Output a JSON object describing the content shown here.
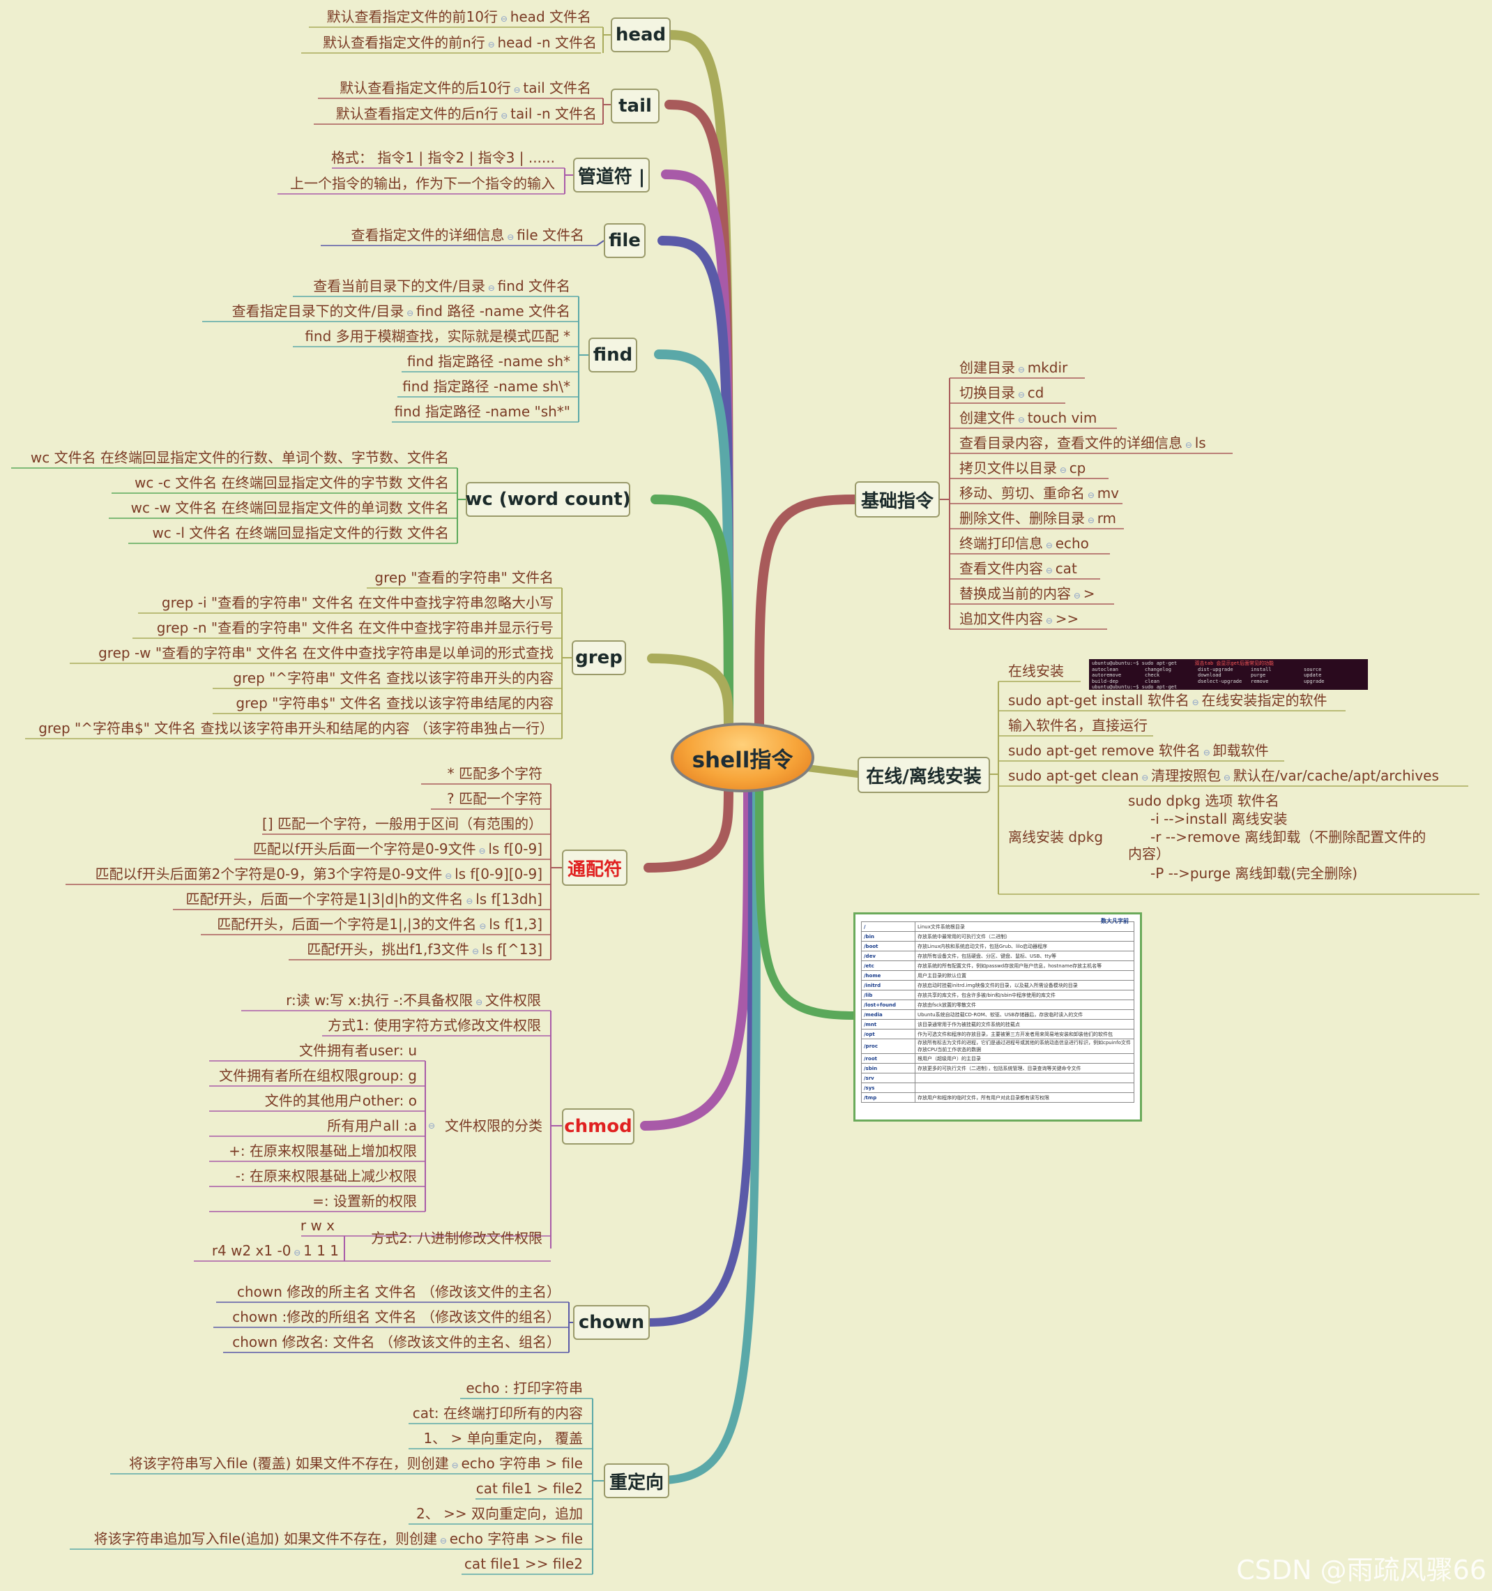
{
  "root": {
    "label": "shell指令"
  },
  "branches": {
    "head": {
      "label": "head",
      "items": [
        {
          "a": "默认查看指定文件的前10行",
          "b": "head 文件名"
        },
        {
          "a": "默认查看指定文件的前n行",
          "b": "head -n 文件名"
        }
      ]
    },
    "tail": {
      "label": "tail",
      "items": [
        {
          "a": "默认查看指定文件的后10行",
          "b": "tail 文件名"
        },
        {
          "a": "默认查看指定文件的后n行",
          "b": "tail -n 文件名"
        }
      ]
    },
    "pipe": {
      "label": "管道符 |",
      "items": [
        "格式： 指令1 | 指令2 | 指令3 | ......",
        "上一个指令的输出，作为下一个指令的输入"
      ]
    },
    "file": {
      "label": "file",
      "items": [
        {
          "a": "查看指定文件的详细信息",
          "b": "file  文件名"
        }
      ]
    },
    "find": {
      "label": "find",
      "items": [
        {
          "a": "查看当前目录下的文件/目录",
          "b": "find 文件名"
        },
        {
          "a": "查看指定目录下的文件/目录",
          "b": "find  路径  -name 文件名"
        },
        "find 多用于模糊查找，实际就是模式匹配 *",
        "find 指定路径 -name sh*",
        "find 指定路径 -name sh\\*",
        "find 指定路径 -name \"sh*\""
      ]
    },
    "wc": {
      "label": "wc (word count)",
      "items": [
        "wc 文件名  在终端回显指定文件的行数、单词个数、字节数、文件名",
        "wc  -c  文件名  在终端回显指定文件的字节数 文件名",
        "wc  -w  文件名  在终端回显指定文件的单词数 文件名",
        "wc  -l  文件名  在终端回显指定文件的行数 文件名"
      ]
    },
    "grep": {
      "label": "grep",
      "items": [
        "grep \"查看的字符串\" 文件名",
        "grep -i \"查看的字符串\" 文件名   在文件中查找字符串忽略大小写",
        "grep -n \"查看的字符串\" 文件名   在文件中查找字符串并显示行号",
        "grep -w \"查看的字符串\" 文件名   在文件中查找字符串是以单词的形式查找",
        "grep \"^字符串\" 文件名   查找以该字符串开头的内容",
        "grep \"字符串$\" 文件名   查找以该字符串结尾的内容",
        "grep \"^字符串$\" 文件名   查找以该字符串开头和结尾的内容  （该字符串独占一行）"
      ]
    },
    "wildcard": {
      "label": "通配符",
      "items": [
        "*    匹配多个字符",
        "?   匹配一个字符",
        "[] 匹配一个字符，一般用于区间（有范围的）",
        {
          "a": "匹配以f开头后面一个字符是0-9文件",
          "b": "ls f[0-9]"
        },
        {
          "a": "匹配以f开头后面第2个字符是0-9，第3个字符是0-9文件",
          "b": "ls f[0-9][0-9]"
        },
        {
          "a": "匹配f开头，后面一个字符是1|3|d|h的文件名",
          "b": "ls f[13dh]"
        },
        {
          "a": "匹配f开头，后面一个字符是1|,|3的文件名",
          "b": "ls f[1,3]"
        },
        {
          "a": "匹配f开头，挑出f1,f3文件",
          "b": "ls f[^13]"
        }
      ]
    },
    "chmod": {
      "label": "chmod",
      "perm": {
        "a": "r:读    w:写    x:执行     -:不具备权限",
        "b": "文件权限"
      },
      "way1": "方式1: 使用字符方式修改文件权限",
      "classify_label": "文件权限的分类",
      "classify": [
        "文件拥有者user:  u",
        "文件拥有者所在组权限group:  g",
        "文件的其他用户other: o",
        "所有用户all :a",
        "+:  在原来权限基础上增加权限",
        "-:  在原来权限基础上减少权限",
        "=:  设置新的权限"
      ],
      "way2_label": "方式2:  八进制修改文件权限",
      "way2": [
        "r w x",
        {
          "a": "r4 w2 x1  -0",
          "b": "1 1 1"
        }
      ]
    },
    "chown": {
      "label": "chown",
      "items": [
        "chown  修改的所主名  文件名   （修改该文件的主名）",
        "chown  :修改的所组名  文件名   （修改该文件的组名）",
        "chown 修改名: 文件名   （修改该文件的主名、组名）"
      ]
    },
    "redirect": {
      "label": "重定向",
      "items": [
        "echo : 打印字符串",
        "cat: 在终端打印所有的内容",
        "1、  >  单向重定向，  覆盖",
        {
          "a": "将该字符串写入file (覆盖) 如果文件不存在，则创建",
          "b": "echo 字符串  > file"
        },
        "cat file1  > file2",
        "2、  >> 双向重定向，追加",
        {
          "a": "将该字符串追加写入file(追加) 如果文件不存在，则创建",
          "b": "echo 字符串   >> file"
        },
        "cat file1 >> file2"
      ]
    },
    "basic": {
      "label": "基础指令",
      "items": [
        {
          "a": "创建目录",
          "b": "mkdir"
        },
        {
          "a": "切换目录",
          "b": "cd"
        },
        {
          "a": "创建文件",
          "b": "touch    vim"
        },
        {
          "a": "查看目录内容，查看文件的详细信息",
          "b": "ls"
        },
        {
          "a": "拷贝文件以目录",
          "b": "cp"
        },
        {
          "a": "移动、剪切、重命名",
          "b": "mv"
        },
        {
          "a": "删除文件、删除目录",
          "b": "rm"
        },
        {
          "a": "终端打印信息",
          "b": "echo"
        },
        {
          "a": "查看文件内容",
          "b": "cat"
        },
        {
          "a": "替换成当前的内容",
          "b": ">"
        },
        {
          "a": "追加文件内容",
          "b": ">>"
        }
      ]
    },
    "install": {
      "label": "在线/离线安装",
      "items": [
        {
          "a": "在线安装",
          "b": ""
        },
        {
          "a": "sudo apt-get install 软件名",
          "b": "在线安装指定的软件"
        },
        {
          "a": "输入软件名，直接运行",
          "b": ""
        },
        {
          "a": "sudo apt-get remove 软件名",
          "b": "卸载软件"
        },
        {
          "a": "sudo apt-get clean",
          "b": "清理按照包",
          "c": "默认在/var/cache/apt/archives"
        }
      ],
      "offline": {
        "a": "离线安装 dpkg",
        "lines": [
          "sudo dpkg  选项    软件名",
          "-i    -->install  离线安装",
          "-r    -->remove   离线卸载（不删除配置文件的",
          "内容）",
          "-P    -->purge    离线卸载(完全删除)"
        ]
      }
    }
  },
  "terminal": {
    "prompt": "ubuntu@ubuntu:~$ sudo apt-get",
    "hint": "双击tab  会显示get后面常见的功能",
    "rows": [
      [
        "autoclean",
        "changelog",
        "dist-upgrade",
        "install",
        "source"
      ],
      [
        "autoremove",
        "check",
        "download",
        "purge",
        "update"
      ],
      [
        "build-dep",
        "clean",
        "dselect-upgrade",
        "remove",
        "upgrade"
      ]
    ],
    "prompt2": "ubuntu@ubuntu:~$ sudo apt-get"
  },
  "dirtable": {
    "logo": "数大凡字前",
    "rows": [
      [
        "/",
        "Linux文件系统根目录"
      ],
      [
        "/bin",
        "存放系统中最常用的可执行文件（二进制）"
      ],
      [
        "/boot",
        "存放Linux内核和系统启动文件，包括Grub、lilo启动器程序"
      ],
      [
        "/dev",
        "存放所有设备文件，包括硬盘、分区、键盘、鼠标、USB、tty等"
      ],
      [
        "/etc",
        "存放系统的所有配置文件，例如passwd存放用户账户信息，hostname存放主机名等"
      ],
      [
        "/home",
        "用户主目录的默认位置"
      ],
      [
        "/initrd",
        "存放启动时挂载initrd.img映像文件的目录，以及载入所需设备模块的目录"
      ],
      [
        "/lib",
        "存放共享的库文件，包含许多被/bin和/sbin中程序使用的库文件"
      ],
      [
        "/lost+found",
        "存放由fsck放置的零散文件"
      ],
      [
        "/media",
        "Ubuntu系统自动挂载CD-ROM、软驱、USB存储器后，存放临时读入的文件"
      ],
      [
        "/mnt",
        "该目录通常用于作为被挂载的文件系统的挂载点"
      ],
      [
        "/opt",
        "作为可选文件和程序的存放目录，主要被第三方开发者用来简易地安装和卸装他们的软件包"
      ],
      [
        "/proc",
        "存放所有标志为文件的进程，它们是通过进程号或其他的系统动态信息进行标识，例如cpuinfo文件存放CPU当前工作状态的数据"
      ],
      [
        "/root",
        "根用户（超级用户）的主目录"
      ],
      [
        "/sbin",
        "存放更多的可执行文件（二进制），包括系统管理、目录查询等关键命令文件"
      ],
      [
        "/srv",
        ""
      ],
      [
        "/sys",
        ""
      ],
      [
        "/tmp",
        "存放用户和程序的临时文件，所有用户对此目录都有读写权限"
      ]
    ]
  },
  "watermark": "CSDN @雨疏风骤66",
  "colors": {
    "background": "#eeefcf",
    "leaf_text": "#7a3a24"
  }
}
